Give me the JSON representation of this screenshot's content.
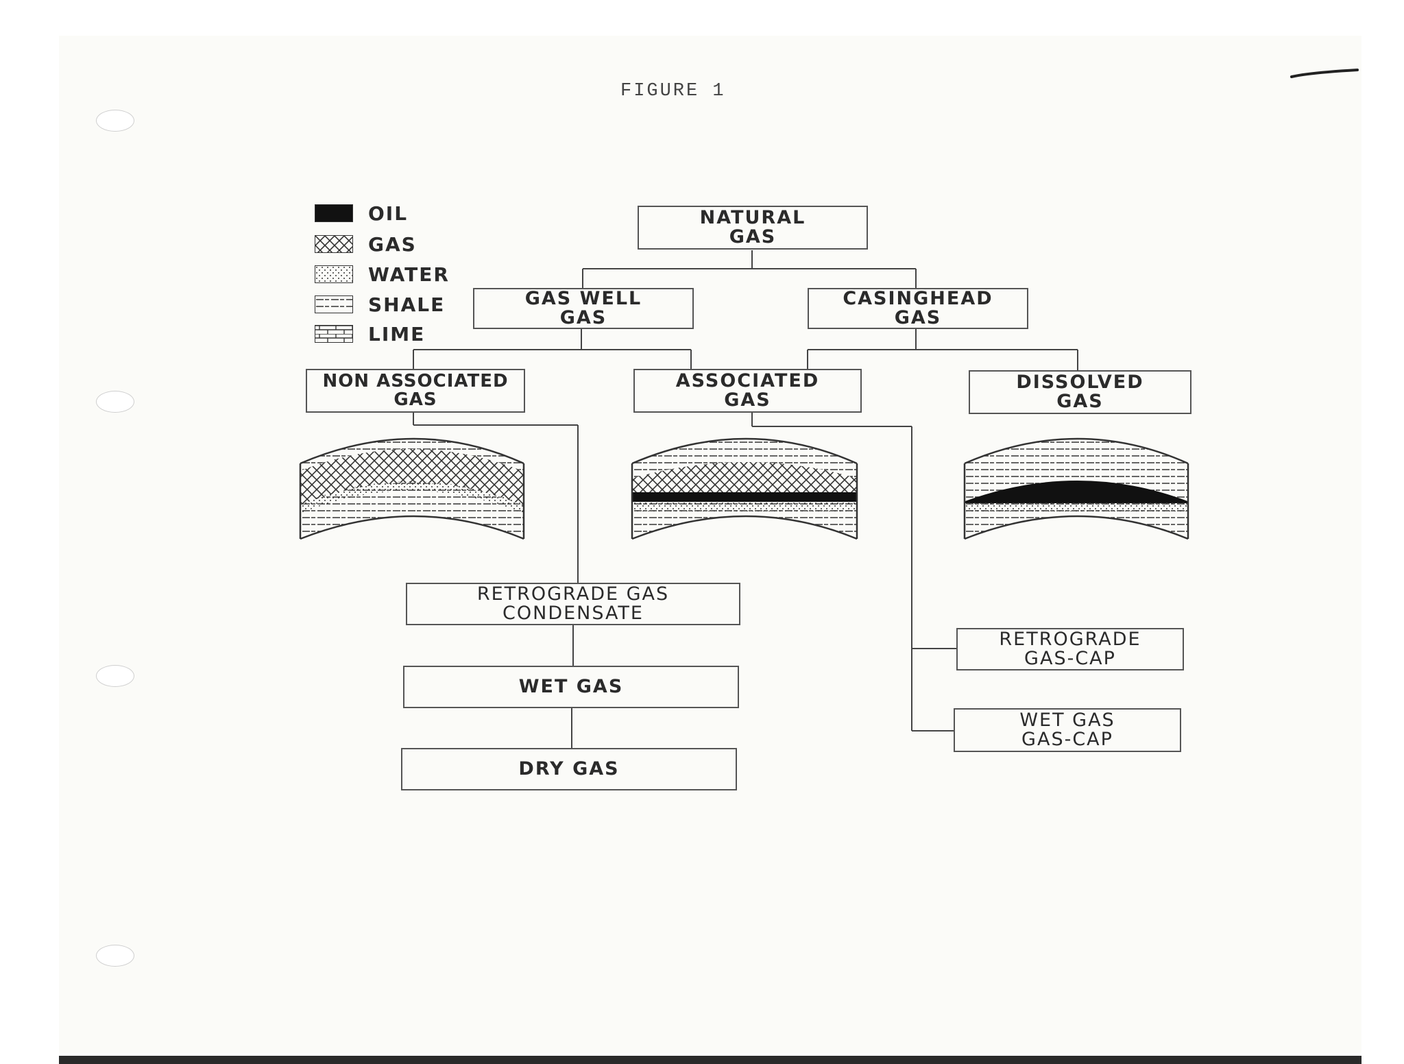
{
  "figure": {
    "title": "FIGURE 1"
  },
  "legend": [
    {
      "key": "oil",
      "label": "OIL"
    },
    {
      "key": "gas",
      "label": "GAS"
    },
    {
      "key": "water",
      "label": "WATER"
    },
    {
      "key": "shale",
      "label": "SHALE"
    },
    {
      "key": "lime",
      "label": "LIME"
    }
  ],
  "nodes": {
    "natural_gas": [
      "NATURAL",
      "GAS"
    ],
    "gas_well_gas": [
      "GAS WELL",
      "GAS"
    ],
    "casinghead_gas": [
      "CASINGHEAD",
      "GAS"
    ],
    "non_associated_gas": [
      "NON ASSOCIATED",
      "GAS"
    ],
    "associated_gas": [
      "ASSOCIATED",
      "GAS"
    ],
    "dissolved_gas": [
      "DISSOLVED",
      "GAS"
    ],
    "retrograde_gas_condensate": [
      "RETROGRADE GAS",
      "CONDENSATE"
    ],
    "wet_gas": [
      "WET GAS"
    ],
    "dry_gas": [
      "DRY GAS"
    ],
    "retrograde_gas_cap": [
      "RETROGRADE",
      "GAS-CAP"
    ],
    "wet_gas_gas_cap": [
      "WET GAS",
      "GAS-CAP"
    ]
  },
  "reservoirs": {
    "non_associated": "gas cap over water",
    "associated": "gas cap over oil rim over water",
    "dissolved": "oil over water"
  }
}
